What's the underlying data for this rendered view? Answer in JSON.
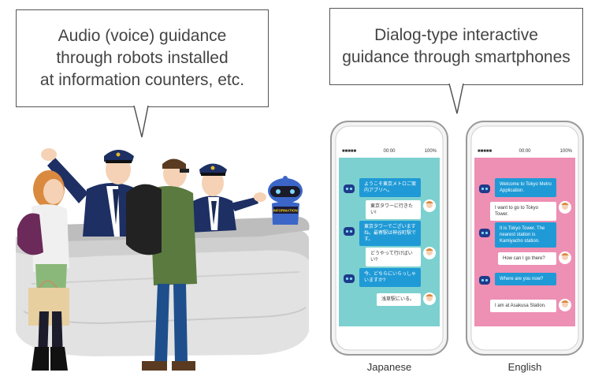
{
  "left_bubble": {
    "lines": [
      "Audio (voice) guidance",
      "through robots installed",
      "at information counters, etc."
    ]
  },
  "right_bubble": {
    "lines": [
      "Dialog-type interactive",
      "guidance through smartphones"
    ]
  },
  "robot_badge": "INFORMATION",
  "phones": [
    {
      "caption": "Japanese",
      "screen_color": "#7dd0d0",
      "status": {
        "signal": "■■■■■",
        "time": "00:00",
        "battery": "100%"
      },
      "messages": [
        {
          "from": "bot",
          "text": "ようこそ東京メトロご案内アプリへ。"
        },
        {
          "from": "user",
          "text": "東京タワーに行きたい!"
        },
        {
          "from": "bot",
          "text": "東京タワーでございますね。最寄駅は神谷町駅です。"
        },
        {
          "from": "user",
          "text": "どうやって行けばいい?"
        },
        {
          "from": "bot",
          "text": "今、どちらにいらっしゃいますか?"
        },
        {
          "from": "user",
          "text": "浅草駅にいる。"
        }
      ]
    },
    {
      "caption": "English",
      "screen_color": "#ee8fb4",
      "status": {
        "signal": "■■■■■",
        "time": "00:00",
        "battery": "100%"
      },
      "messages": [
        {
          "from": "bot",
          "text": "Welcome to Tokyo Metro Application."
        },
        {
          "from": "user",
          "text": "I want to go to Tokyo Tower."
        },
        {
          "from": "bot",
          "text": "It is Tokyo Tower. The nearest station is Kamiyacho station."
        },
        {
          "from": "user",
          "text": "How can I go there?"
        },
        {
          "from": "bot",
          "text": "Where are you now?"
        },
        {
          "from": "user",
          "text": "I am at Asakusa Station."
        }
      ]
    }
  ]
}
